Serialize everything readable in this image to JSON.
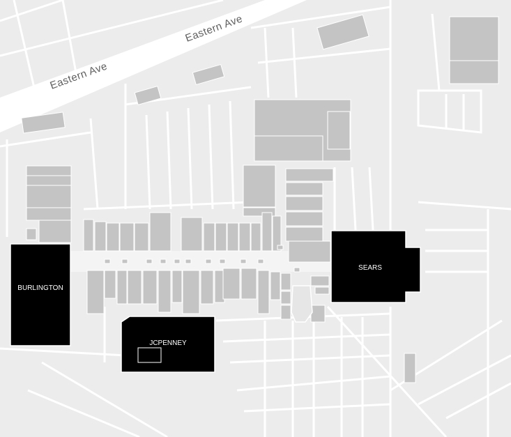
{
  "map": {
    "roads": [
      {
        "id": "eastern-ave-upper",
        "label": "Eastern Ave"
      },
      {
        "id": "eastern-ave-lower",
        "label": "Eastern Ave"
      }
    ],
    "anchors": [
      {
        "id": "burlington",
        "label": "BURLINGTON"
      },
      {
        "id": "jcpenney",
        "label": "JCPENNEY"
      },
      {
        "id": "sears",
        "label": "SEARS"
      }
    ],
    "colors": {
      "background": "#ececec",
      "road": "#ffffff",
      "store": "#c4c4c4",
      "anchor": "#000000",
      "label": "#5f5f5f"
    }
  }
}
